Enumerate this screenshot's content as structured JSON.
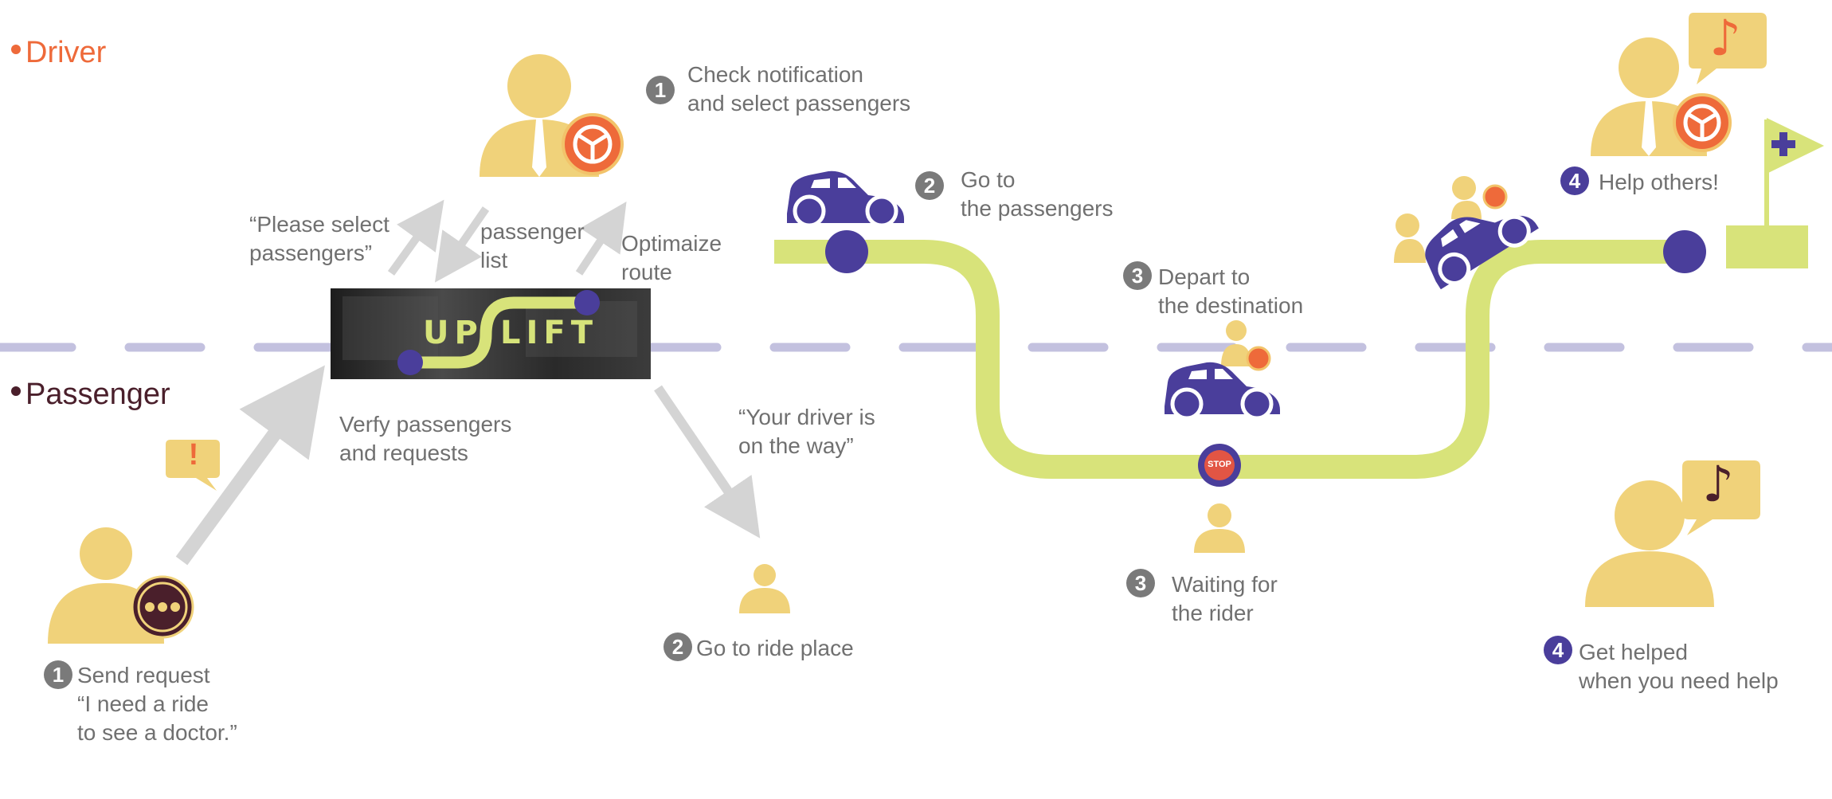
{
  "roles": {
    "driver": "Driver",
    "passenger": "Passenger"
  },
  "colors": {
    "driver": "#ee6a3a",
    "passenger": "#4a1f2b",
    "person": "#f0d27a",
    "route": "#d8e37a",
    "stop": "#4a3e9b",
    "badge_gray": "#7a7a7a",
    "badge_purple": "#4a3e9b",
    "lane": "#c3c1df",
    "arrow": "#d4d4d4"
  },
  "logo": {
    "part1": "UP",
    "part2": "LIFT"
  },
  "steps": {
    "driver_check": {
      "num": "1",
      "line1": "Check notification",
      "line2": "and select passengers"
    },
    "driver_go": {
      "num": "2",
      "line1": "Go to",
      "line2": "the passengers"
    },
    "driver_depart": {
      "num": "3",
      "line1": "Depart to",
      "line2": "the destination"
    },
    "driver_help": {
      "num": "4",
      "line1": "Help others!"
    },
    "pass_send": {
      "num": "1",
      "line1": "Send request",
      "line2": "“I need a ride",
      "line3": "to see a doctor.”"
    },
    "pass_go": {
      "num": "2",
      "line1": "Go to ride place"
    },
    "pass_wait": {
      "num": "3",
      "line1": "Waiting for",
      "line2": "the rider"
    },
    "pass_helped": {
      "num": "4",
      "line1": "Get helped",
      "line2": "when you need help"
    }
  },
  "flow": {
    "please_select_1": "“Please select",
    "please_select_2": "passengers”",
    "passenger_list_1": "passenger",
    "passenger_list_2": "list",
    "optimize_1": "Optimaize",
    "optimize_2": "route",
    "verify_1": "Verfy passengers",
    "verify_2": "and requests",
    "driver_on_way_1": "“Your driver is",
    "driver_on_way_2": "on the way”"
  },
  "icons": {
    "stop_sign": "STOP",
    "alert": "!",
    "music_note": "♪",
    "flag_cross": "+"
  }
}
